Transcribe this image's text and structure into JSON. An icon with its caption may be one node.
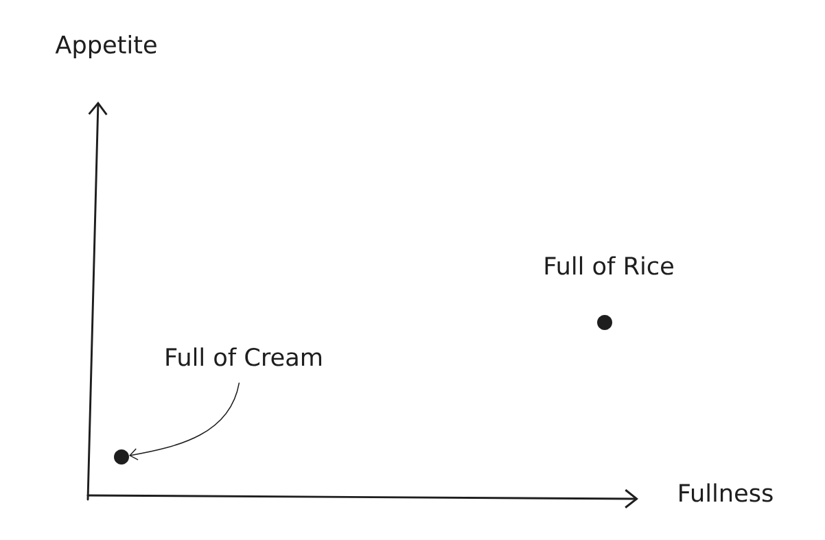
{
  "diagram": {
    "nodes": [
      {
        "text": [
          "Full of Cream"
        ]
      },
      {
        "text": [],
        "shape": "circle"
      },
      {
        "text": [],
        "shape": "circle",
        "beside": [
          "Full of Rice"
        ]
      }
    ],
    "edges": [
      {
        "from": 0,
        "to": 1,
        "arrow": "to"
      }
    ],
    "labels": [
      "Appetite",
      "Fullness"
    ]
  }
}
